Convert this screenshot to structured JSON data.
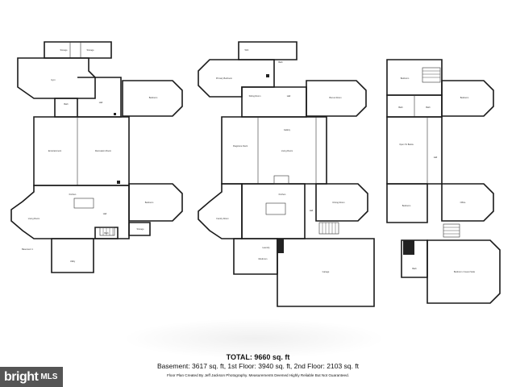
{
  "floors": [
    {
      "level": "Basement",
      "rooms": [
        "Storage",
        "Gym",
        "Bath",
        "Hall",
        "Bedroom",
        "Entertainment",
        "Recreation Room",
        "Kitchen",
        "Hall",
        "Living Room",
        "Bath",
        "Utility",
        "Storage",
        "Basement 1"
      ]
    },
    {
      "level": "1st Floor",
      "rooms": [
        "WIC",
        "Bath",
        "Primary Bedroom",
        "Sitting Room",
        "Hall",
        "Bonus Room",
        "Flagstone Deck",
        "Gallery",
        "Living Room",
        "Kitchen",
        "Hall",
        "Family Room",
        "Dining Room",
        "Mudroom",
        "Laundry",
        "Garage"
      ]
    },
    {
      "level": "2nd Floor",
      "rooms": [
        "Bedroom",
        "Bedroom",
        "Bath",
        "Bath",
        "Hall",
        "Open To Below",
        "Bedroom",
        "Office",
        "Bath",
        "Bedroom / Guest Suite"
      ]
    }
  ],
  "summary": {
    "total": "TOTAL: 9660 sq. ft",
    "breakdown": "Basement: 3617 sq. ft, 1st Floor: 3940 sq. ft, 2nd Floor: 2103 sq. ft",
    "credit": "Floor Plan Created By Jeff Jackson Photography. Measurements Deemed Highly Reliable But Not Guaranteed."
  },
  "logo": {
    "word": "bright",
    "suffix": "MLS"
  }
}
